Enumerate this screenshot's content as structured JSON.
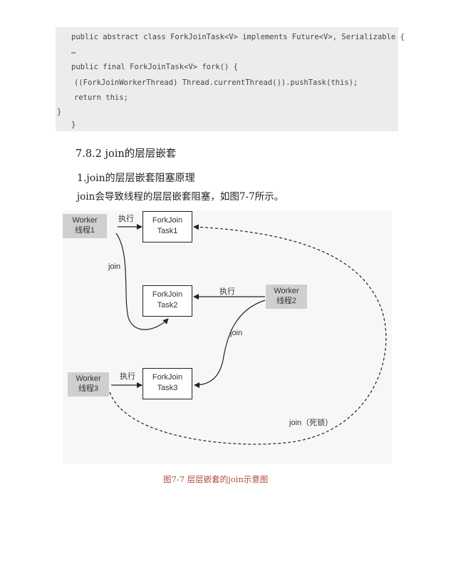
{
  "code": {
    "lines": [
      "public abstract class ForkJoinTask<V> implements Future<V>, Serializable {",
      "…",
      "public final ForkJoinTask<V> fork() {",
      "((ForkJoinWorkerThread) Thread.currentThread()).pushTask(this);",
      "return this;",
      "}",
      "}"
    ]
  },
  "section": {
    "heading": "7.8.2 join的层层嵌套"
  },
  "subsection": {
    "heading": "1.join的层层嵌套阻塞原理"
  },
  "paragraph": {
    "text": "join会导致线程的层层嵌套阻塞，如图7-7所示。"
  },
  "figure": {
    "workers": [
      {
        "line1": "Worker",
        "line2": "线程1"
      },
      {
        "line1": "Worker",
        "line2": "线程2"
      },
      {
        "line1": "Worker",
        "line2": "线程3"
      }
    ],
    "tasks": [
      {
        "line1": "ForkJoin",
        "line2": "Task1"
      },
      {
        "line1": "ForkJoin",
        "line2": "Task2"
      },
      {
        "line1": "ForkJoin",
        "line2": "Task3"
      }
    ],
    "labels": {
      "execute1": "执行",
      "execute2": "执行",
      "execute3": "执行",
      "join1": "join",
      "join2": "join",
      "deadlock": "join（死锁）"
    },
    "caption": "图7-7  层层嵌套的join示意图"
  }
}
